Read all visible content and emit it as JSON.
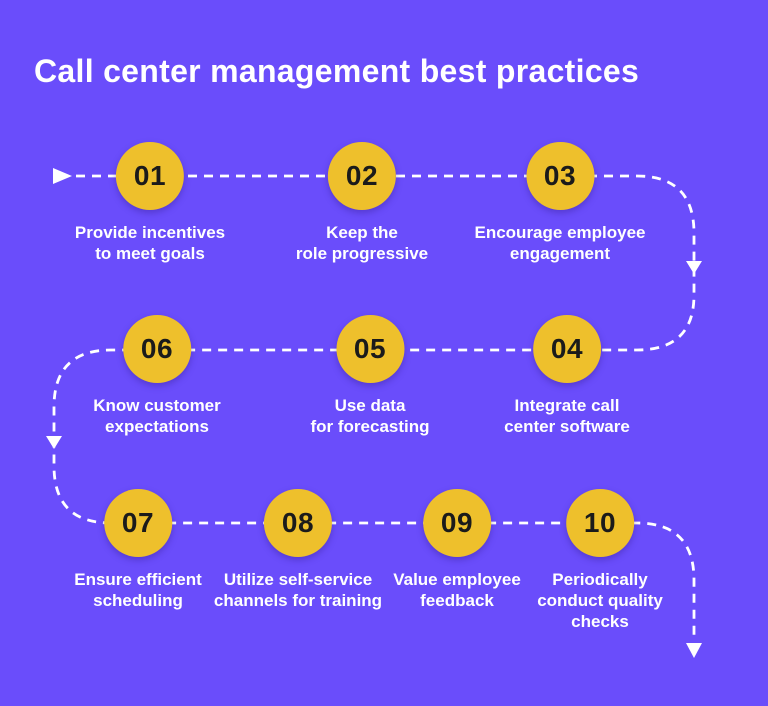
{
  "title": "Call center management best practices",
  "colors": {
    "background": "#6A4DFB",
    "circle_fill": "#EEC02C",
    "number_text": "#1B1B1B",
    "label_text": "#FFFFFF",
    "connector_line": "#FFFFFF"
  },
  "steps": [
    {
      "number": "01",
      "label": "Provide incentives\nto meet goals"
    },
    {
      "number": "02",
      "label": "Keep the\nrole progressive"
    },
    {
      "number": "03",
      "label": "Encourage employee\nengagement"
    },
    {
      "number": "04",
      "label": "Integrate call\ncenter software"
    },
    {
      "number": "05",
      "label": "Use data\nfor forecasting"
    },
    {
      "number": "06",
      "label": "Know customer\nexpectations"
    },
    {
      "number": "07",
      "label": "Ensure efficient\nscheduling"
    },
    {
      "number": "08",
      "label": "Utilize self-service\nchannels for training"
    },
    {
      "number": "09",
      "label": "Value employee\nfeedback"
    },
    {
      "number": "10",
      "label": "Periodically\nconduct quality\nchecks"
    }
  ]
}
